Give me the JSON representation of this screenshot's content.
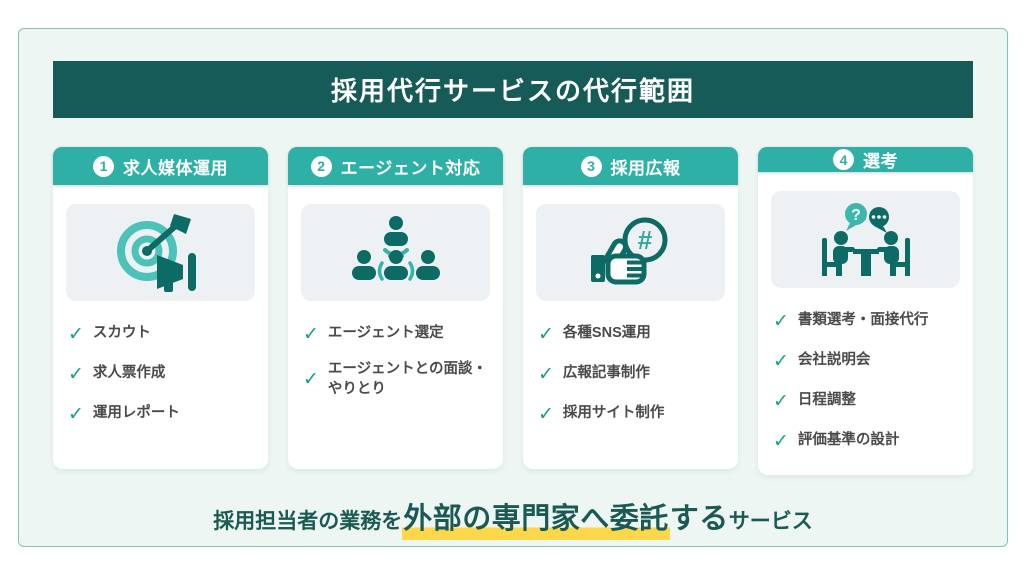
{
  "banner": {
    "title": "採用代行サービスの代行範囲"
  },
  "columns": [
    {
      "number": "1",
      "title": "求人媒体運用",
      "icon": "target-megaphone-icon",
      "items": [
        "スカウト",
        "求人票作成",
        "運用レポート"
      ]
    },
    {
      "number": "2",
      "title": "エージェント対応",
      "icon": "people-network-icon",
      "items": [
        "エージェント選定",
        "エージェントとの面談・やりとり"
      ]
    },
    {
      "number": "3",
      "title": "採用広報",
      "icon": "thumbsup-hashtag-icon",
      "items": [
        "各種SNS運用",
        "広報記事制作",
        "採用サイト制作"
      ]
    },
    {
      "number": "4",
      "title": "選考",
      "icon": "meeting-table-icon",
      "items": [
        "書類選考・面接代行",
        "会社説明会",
        "日程調整",
        "評価基準の設計"
      ]
    }
  ],
  "footer": {
    "prefix": "採用担当者の業務を",
    "highlighted": "外部の専門家へ委託",
    "verb": "する",
    "suffix": "サービス"
  },
  "glyphs": {
    "check": "✓",
    "hashtag": "#",
    "question": "?"
  },
  "colors": {
    "banner_bg": "#175b58",
    "column_header_bg": "#2fb0a6",
    "frame_bg": "#eef6f4",
    "frame_border": "#7cc4bc",
    "icon_box_bg": "#edf1f4",
    "icon_dark": "#0d6b66",
    "icon_light": "#4cc2b9",
    "check": "#149e8c",
    "item_text": "#4a4a4a",
    "footer_text": "#1b5a53",
    "highlight_underline": "#fcd74a"
  }
}
